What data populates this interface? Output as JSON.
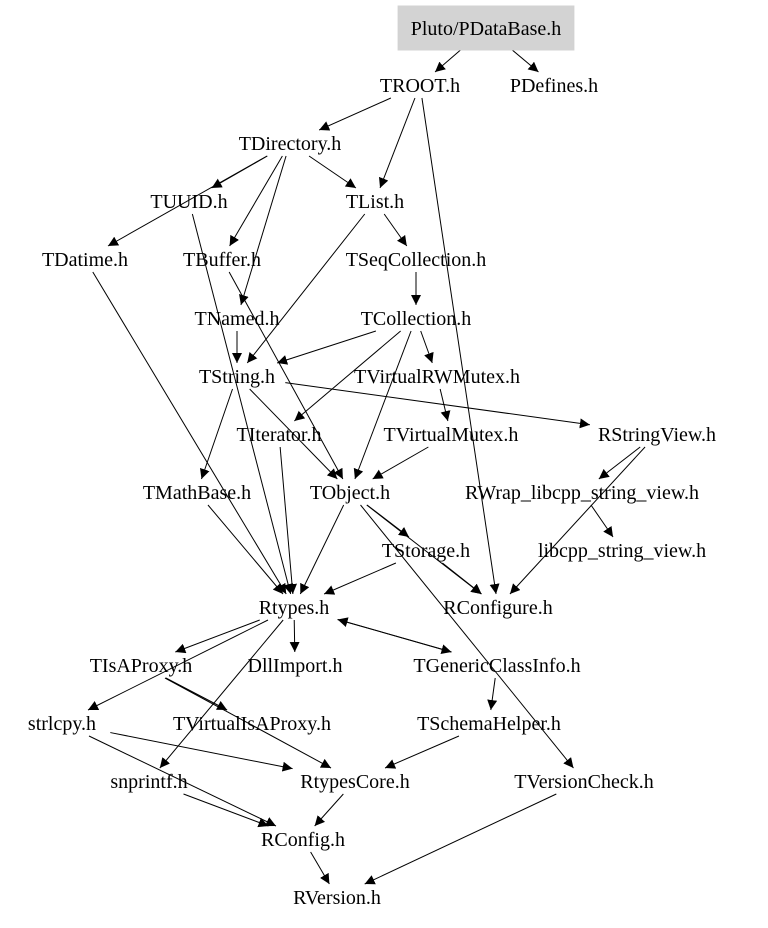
{
  "graph": {
    "nodes": [
      {
        "id": "pluto_pdatabase",
        "label": "Pluto/PDataBase.h",
        "root": true
      },
      {
        "id": "troot",
        "label": "TROOT.h"
      },
      {
        "id": "pdefines",
        "label": "PDefines.h"
      },
      {
        "id": "tdirectory",
        "label": "TDirectory.h"
      },
      {
        "id": "tuuid",
        "label": "TUUID.h"
      },
      {
        "id": "tlist",
        "label": "TList.h"
      },
      {
        "id": "tdatime",
        "label": "TDatime.h"
      },
      {
        "id": "tbuffer",
        "label": "TBuffer.h"
      },
      {
        "id": "tseqcollection",
        "label": "TSeqCollection.h"
      },
      {
        "id": "tnamed",
        "label": "TNamed.h"
      },
      {
        "id": "tcollection",
        "label": "TCollection.h"
      },
      {
        "id": "tstring",
        "label": "TString.h"
      },
      {
        "id": "tvirtualrwmutex",
        "label": "TVirtualRWMutex.h"
      },
      {
        "id": "titerator",
        "label": "TIterator.h"
      },
      {
        "id": "tvirtualmutex",
        "label": "TVirtualMutex.h"
      },
      {
        "id": "rstringview",
        "label": "RStringView.h"
      },
      {
        "id": "tmathbase",
        "label": "TMathBase.h"
      },
      {
        "id": "tobject",
        "label": "TObject.h"
      },
      {
        "id": "rwrap",
        "label": "RWrap_libcpp_string_view.h"
      },
      {
        "id": "tstorage",
        "label": "TStorage.h"
      },
      {
        "id": "libcpp_sv",
        "label": "libcpp_string_view.h"
      },
      {
        "id": "rtypes",
        "label": "Rtypes.h"
      },
      {
        "id": "rconfigure",
        "label": "RConfigure.h"
      },
      {
        "id": "tisaproxy",
        "label": "TIsAProxy.h"
      },
      {
        "id": "dllimport",
        "label": "DllImport.h"
      },
      {
        "id": "tgenericclassinfo",
        "label": "TGenericClassInfo.h"
      },
      {
        "id": "strlcpy",
        "label": "strlcpy.h"
      },
      {
        "id": "tvirtualisaproxy",
        "label": "TVirtualIsAProxy.h"
      },
      {
        "id": "tschemahelper",
        "label": "TSchemaHelper.h"
      },
      {
        "id": "snprintf",
        "label": "snprintf.h"
      },
      {
        "id": "rtypescore",
        "label": "RtypesCore.h"
      },
      {
        "id": "tversioncheck",
        "label": "TVersionCheck.h"
      },
      {
        "id": "rconfig",
        "label": "RConfig.h"
      },
      {
        "id": "rversion",
        "label": "RVersion.h"
      }
    ],
    "edges": [
      [
        "pluto_pdatabase",
        "troot"
      ],
      [
        "pluto_pdatabase",
        "pdefines"
      ],
      [
        "troot",
        "tdirectory"
      ],
      [
        "troot",
        "tlist"
      ],
      [
        "troot",
        "rconfigure"
      ],
      [
        "tdirectory",
        "tdatime"
      ],
      [
        "tdirectory",
        "tuuid"
      ],
      [
        "tdirectory",
        "tbuffer"
      ],
      [
        "tdirectory",
        "tnamed"
      ],
      [
        "tdirectory",
        "tlist"
      ],
      [
        "tuuid",
        "rtypes"
      ],
      [
        "tdatime",
        "rtypes"
      ],
      [
        "tbuffer",
        "tobject"
      ],
      [
        "tlist",
        "tseqcollection"
      ],
      [
        "tlist",
        "tstring"
      ],
      [
        "tseqcollection",
        "tcollection"
      ],
      [
        "tnamed",
        "tstring"
      ],
      [
        "tcollection",
        "tstring"
      ],
      [
        "tcollection",
        "tvirtualrwmutex"
      ],
      [
        "tcollection",
        "titerator"
      ],
      [
        "tcollection",
        "tobject"
      ],
      [
        "tstring",
        "tmathbase"
      ],
      [
        "tstring",
        "rstringview"
      ],
      [
        "tstring",
        "tobject"
      ],
      [
        "tvirtualrwmutex",
        "tvirtualmutex"
      ],
      [
        "tvirtualmutex",
        "tobject"
      ],
      [
        "titerator",
        "rtypes"
      ],
      [
        "tmathbase",
        "rtypes"
      ],
      [
        "rstringview",
        "rwrap"
      ],
      [
        "rstringview",
        "rconfigure"
      ],
      [
        "rwrap",
        "libcpp_sv"
      ],
      [
        "tobject",
        "tstorage"
      ],
      [
        "tobject",
        "rconfigure"
      ],
      [
        "tobject",
        "rtypes"
      ],
      [
        "tobject",
        "tversioncheck"
      ],
      [
        "tstorage",
        "rtypes"
      ],
      [
        "tstorage",
        "rconfigure"
      ],
      [
        "rtypes",
        "tisaproxy"
      ],
      [
        "rtypes",
        "dllimport"
      ],
      [
        "rtypes",
        "tgenericclassinfo"
      ],
      [
        "rtypes",
        "strlcpy"
      ],
      [
        "rtypes",
        "snprintf"
      ],
      [
        "tisaproxy",
        "tvirtualisaproxy"
      ],
      [
        "tisaproxy",
        "rtypescore"
      ],
      [
        "tgenericclassinfo",
        "tschemahelper"
      ],
      [
        "tgenericclassinfo",
        "rtypes"
      ],
      [
        "tschemahelper",
        "rtypescore"
      ],
      [
        "strlcpy",
        "rtypescore"
      ],
      [
        "strlcpy",
        "rconfig"
      ],
      [
        "snprintf",
        "rconfig"
      ],
      [
        "rtypescore",
        "rconfig"
      ],
      [
        "rconfig",
        "rversion"
      ],
      [
        "tversioncheck",
        "rversion"
      ]
    ]
  }
}
